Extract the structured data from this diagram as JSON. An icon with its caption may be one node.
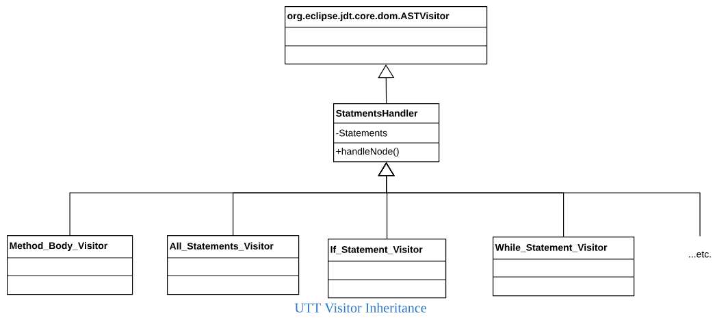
{
  "diagram": {
    "caption": "UTT Visitor Inheritance",
    "nodes": [
      {
        "text": [
          "org.eclipse.jdt.core.dom.ASTVisitor"
        ]
      },
      {
        "text": [
          "StatmentsHandler",
          "-Statements",
          "+handleNode()"
        ]
      },
      {
        "text": [
          "Method_Body_Visitor"
        ]
      },
      {
        "text": [
          "All_Statements_Visitor"
        ]
      },
      {
        "text": [
          "If_Statement_Visitor"
        ]
      },
      {
        "text": [
          "While_Statement_Visitor"
        ]
      },
      {
        "text": [
          "...etc."
        ]
      }
    ],
    "edges": [
      {
        "from": 1,
        "to": 0,
        "arrow": "to"
      },
      {
        "from": 2,
        "to": 1,
        "arrow": "to"
      },
      {
        "from": 3,
        "to": 1,
        "arrow": "to"
      },
      {
        "from": 4,
        "to": 1,
        "arrow": "to"
      },
      {
        "from": 5,
        "to": 1,
        "arrow": "to"
      },
      {
        "from": 6,
        "to": 1,
        "arrow": "to"
      }
    ]
  }
}
